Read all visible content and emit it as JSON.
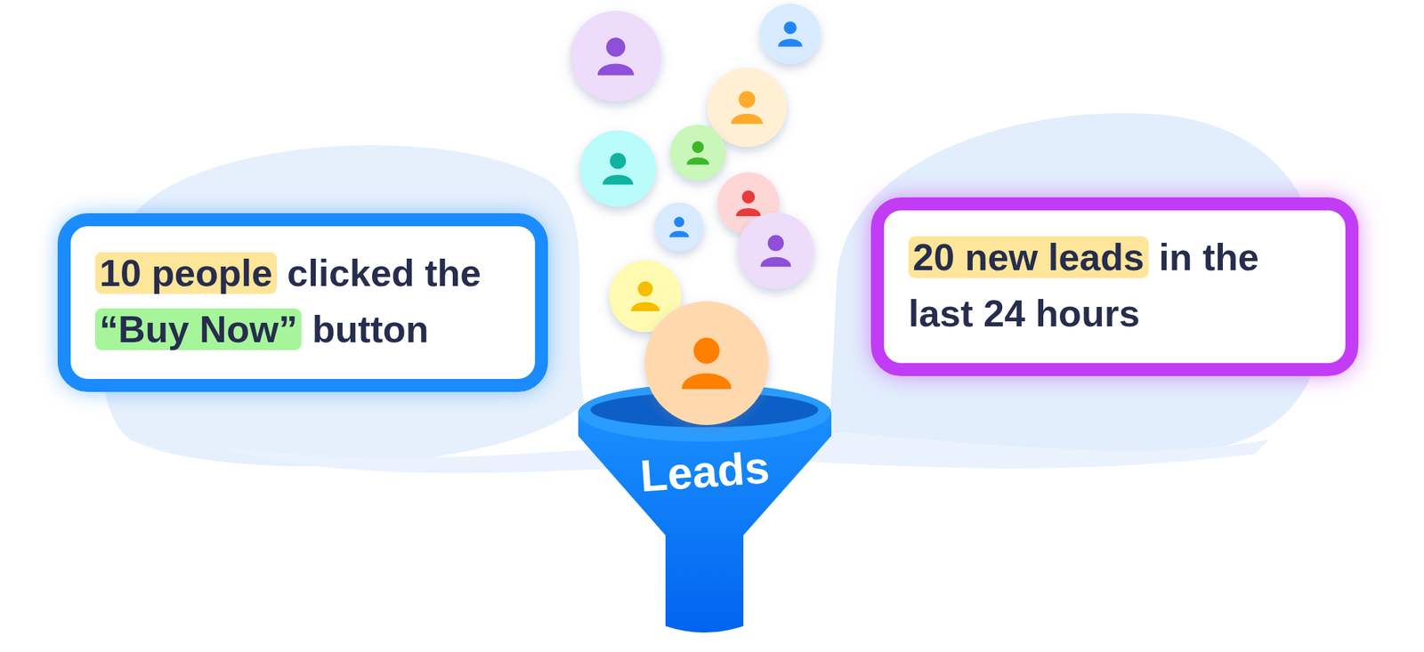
{
  "diagram": {
    "nodes": [
      {
        "text": [
          "10 people clicked the “Buy Now” button"
        ]
      },
      {
        "text": [
          "Leads"
        ]
      },
      {
        "text": [
          "20 new leads in the last 24 hours"
        ]
      }
    ]
  }
}
